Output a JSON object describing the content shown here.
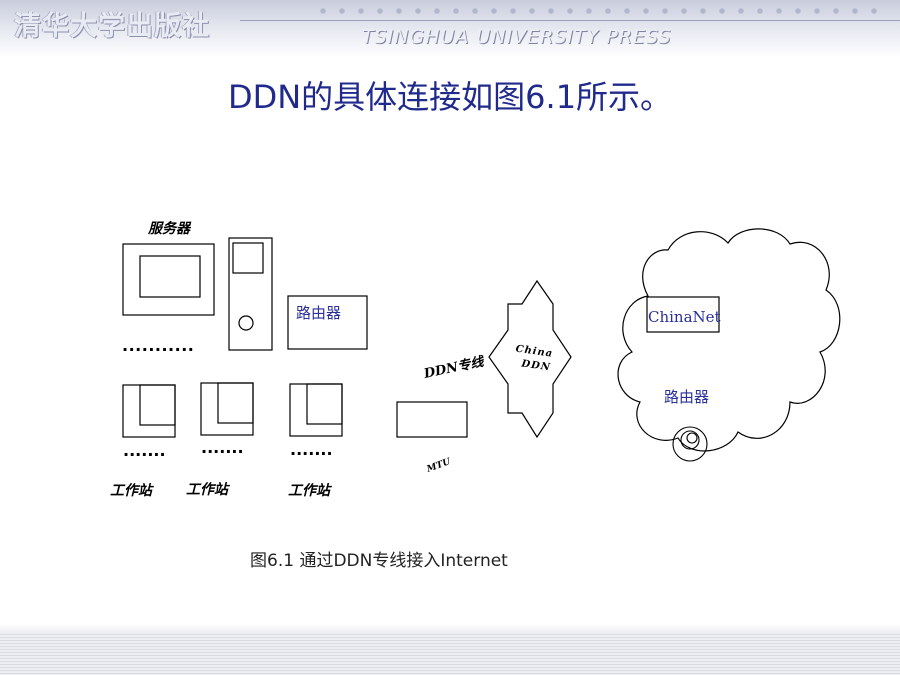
{
  "header": {
    "publisher_cn": "清华大学出版社",
    "publisher_en": "TSINGHUA UNIVERSITY PRESS"
  },
  "slide": {
    "title": "DDN的具体连接如图6.1所示。",
    "caption": "图6.1  通过DDN专线接入Internet"
  },
  "diagram": {
    "server_label": "服务器",
    "router_left": "路由器",
    "dots": "...........",
    "dots_short": ".......",
    "workstation_label": "工作站",
    "ddn_line_label": "DDN专线",
    "mtu_label": "MTU",
    "china_ddn_line1": "China",
    "china_ddn_line2": "DDN",
    "chinanet_label": "ChinaNet",
    "router_cloud": "路由器"
  },
  "colors": {
    "title": "#202a8c",
    "cloud_text": "#2a2f9a"
  }
}
